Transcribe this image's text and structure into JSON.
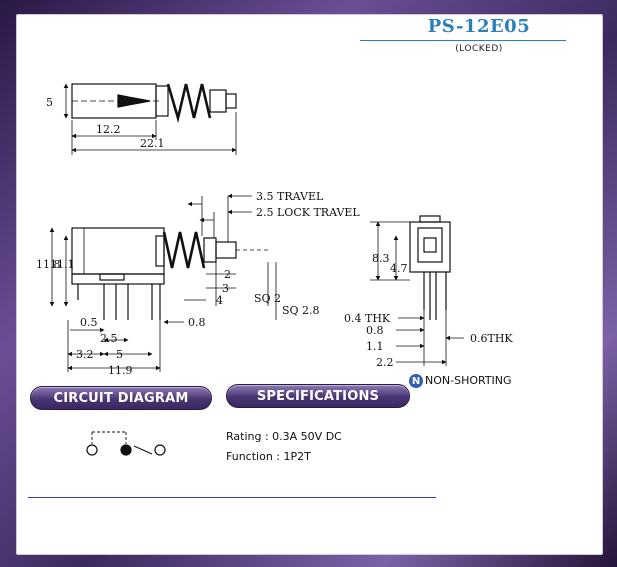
{
  "header": {
    "title": "PS-12E05",
    "subtitle": "(LOCKED)"
  },
  "drawing": {
    "top_view": {
      "dim_height": "5",
      "dim_body": "12.2",
      "dim_total": "22.1"
    },
    "front_view": {
      "travel": "3.5 TRAVEL",
      "lock_travel": "2.5 LOCK TRAVEL",
      "dim_11_8": "11.8",
      "dim_11_1": "11.1",
      "dim_2": "2",
      "dim_3": "3",
      "dim_4": "4",
      "sq_2": "SQ 2",
      "sq_2_8": "SQ 2.8",
      "dim_0_5": "0.5",
      "dim_0_8": "0.8",
      "dim_2_5": "2.5",
      "dim_3_2": "3.2",
      "dim_5": "5",
      "dim_11_9": "11.9"
    },
    "side_view": {
      "dim_8_3": "8.3",
      "dim_4_7": "4.7",
      "thk_0_4": "0.4 THK",
      "dim_0_8": "0.8",
      "dim_1_1": "1.1",
      "dim_2_2": "2.2",
      "thk_0_6": "0.6THK"
    }
  },
  "sections": {
    "circuit_label": "CIRCUIT DIAGRAM",
    "spec_label": "SPECIFICATIONS",
    "non_shorting_icon": "N",
    "non_shorting_label": "NON-SHORTING"
  },
  "specs": {
    "rating": "Rating : 0.3A 50V DC",
    "function": "Function : 1P2T"
  },
  "colors": {
    "frame": "#4a3573",
    "title": "#2c7fb8",
    "pill": "#3a2760",
    "rule": "#3a3ab0",
    "badge": "#2f5fae"
  },
  "icons": {
    "frame": "gradient-frame",
    "badge": "n-circle-icon"
  }
}
